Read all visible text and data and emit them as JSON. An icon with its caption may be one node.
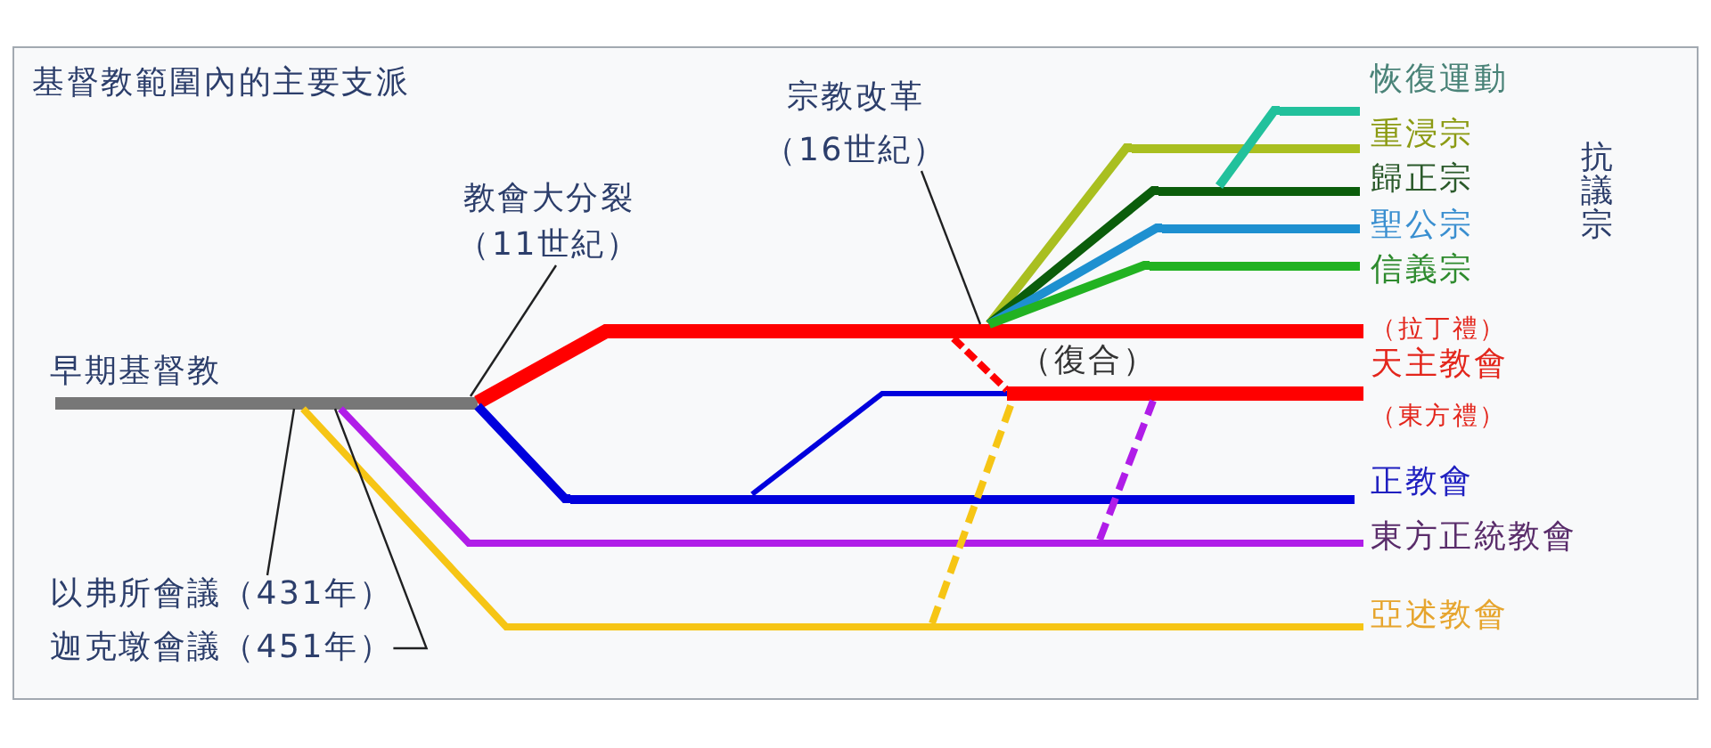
{
  "diagram": {
    "title": "基督教範圍內的主要支派",
    "nodes": [
      {
        "text": [],
        "shape": "bar",
        "beside": [
          "恢復運動"
        ]
      },
      {
        "text": [],
        "shape": "bar",
        "beside": [
          "重浸宗"
        ]
      },
      {
        "text": [],
        "shape": "bar",
        "beside": [
          "歸正宗"
        ]
      },
      {
        "text": [],
        "shape": "bar",
        "beside": [
          "聖公宗"
        ]
      },
      {
        "text": [],
        "shape": "bar",
        "beside": [
          "信義宗"
        ]
      },
      {
        "text": [],
        "shape": "bar",
        "beside": [
          "（拉丁禮）"
        ]
      },
      {
        "text": [],
        "shape": "bar",
        "beside": [
          "（東方禮）"
        ]
      },
      {
        "text": [],
        "shape": "bar",
        "beside": [
          "早期基督教"
        ]
      },
      {
        "text": [],
        "shape": "bar",
        "beside": [
          "正教會"
        ]
      },
      {
        "text": [],
        "shape": "bar",
        "beside": [
          "東方正統教會"
        ]
      },
      {
        "text": [],
        "shape": "bar",
        "beside": [
          "亞述教會"
        ]
      },
      {
        "text": [
          "教會大分裂",
          "（11世紀）"
        ]
      },
      {
        "text": [
          "宗教改革",
          "（16世紀）"
        ]
      },
      {
        "text": [
          "以弗所會議（431年）"
        ]
      },
      {
        "text": [
          "迦克墩會議（451年）"
        ]
      }
    ],
    "edges": [
      {
        "from": 7,
        "to": 5,
        "arrow": "none",
        "style": "thick",
        "color": "#ff0000"
      },
      {
        "from": 7,
        "to": 8,
        "arrow": "none",
        "color": "#0000dd"
      },
      {
        "from": 7,
        "to": 9,
        "arrow": "none",
        "color": "#b01de8"
      },
      {
        "from": 7,
        "to": 10,
        "arrow": "none",
        "color": "#f6c515"
      },
      {
        "from": 5,
        "to": 1,
        "arrow": "none",
        "color": "#a9bf20"
      },
      {
        "from": 5,
        "to": 2,
        "arrow": "none",
        "color": "#0b5d0b"
      },
      {
        "from": 5,
        "to": 3,
        "arrow": "none",
        "color": "#1e90d0"
      },
      {
        "from": 5,
        "to": 4,
        "arrow": "none",
        "color": "#22b222"
      },
      {
        "from": 2,
        "to": 0,
        "arrow": "none",
        "color": "#22c19c"
      },
      {
        "from": 8,
        "to": 6,
        "arrow": "none",
        "color": "#0000dd"
      },
      {
        "from": 5,
        "to": 6,
        "arrow": "none",
        "style": "dashed",
        "color": "#ff0000"
      },
      {
        "from": 10,
        "to": 6,
        "arrow": "none",
        "style": "dashed",
        "color": "#f6c515"
      },
      {
        "from": 9,
        "to": 6,
        "arrow": "none",
        "style": "dashed",
        "color": "#b01de8"
      },
      {
        "from": 11,
        "to": 7,
        "arrow": "none"
      },
      {
        "from": 12,
        "to": 5,
        "arrow": "none"
      },
      {
        "from": 13,
        "to": 7,
        "arrow": "none"
      },
      {
        "from": 14,
        "to": 7,
        "arrow": "none"
      }
    ],
    "labels": [
      "抗議宗",
      "（復合）",
      "天主教會"
    ]
  }
}
